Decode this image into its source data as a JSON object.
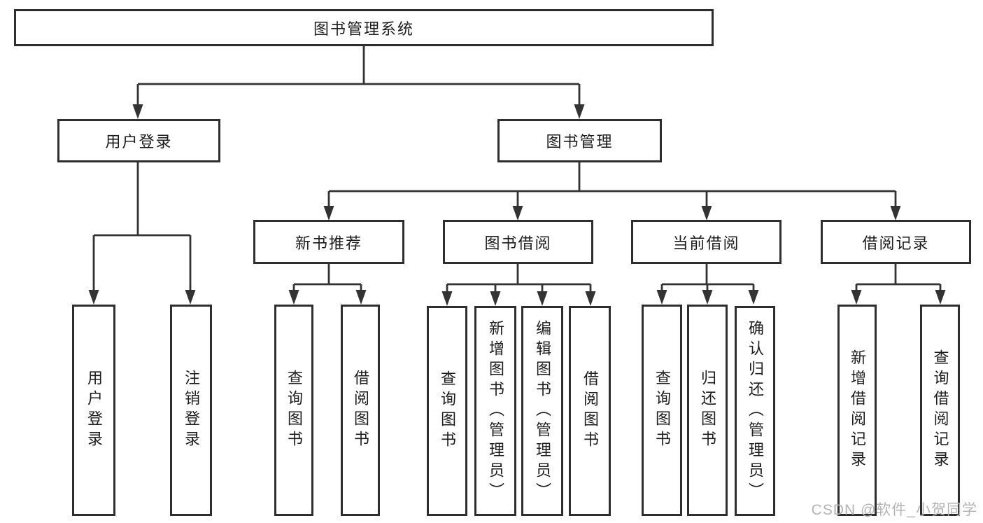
{
  "diagram": {
    "root": {
      "label": "图书管理系统"
    },
    "branches": {
      "user_login": {
        "label": "用户登录",
        "children": {
          "login": "用户登录",
          "logout": "注销登录"
        }
      },
      "book_mgmt": {
        "label": "图书管理",
        "sections": {
          "new_book_rec": {
            "label": "新书推荐",
            "children": {
              "query_books": "查询图书",
              "borrow_books": "借阅图书"
            }
          },
          "book_borrow": {
            "label": "图书借阅",
            "children": {
              "query_books": "查询图书",
              "add_book_admin": "新增图书（管理员）",
              "edit_book_admin": "编辑图书（管理员）",
              "borrow_books": "借阅图书"
            }
          },
          "current_borrow": {
            "label": "当前借阅",
            "children": {
              "query_books": "查询图书",
              "return_books": "归还图书",
              "confirm_return_admin": "确认归还（管理员）"
            }
          },
          "borrow_records": {
            "label": "借阅记录",
            "children": {
              "add_record": "新增借阅记录",
              "query_record": "查询借阅记录"
            }
          }
        }
      }
    },
    "colors": {
      "line": "#333333",
      "border": "#2e2e2e",
      "text": "#1c1c1c",
      "background": "#ffffff",
      "watermark": "#b4b4b4"
    }
  },
  "watermark": {
    "text": "CSDN @软件_小贺同学"
  }
}
